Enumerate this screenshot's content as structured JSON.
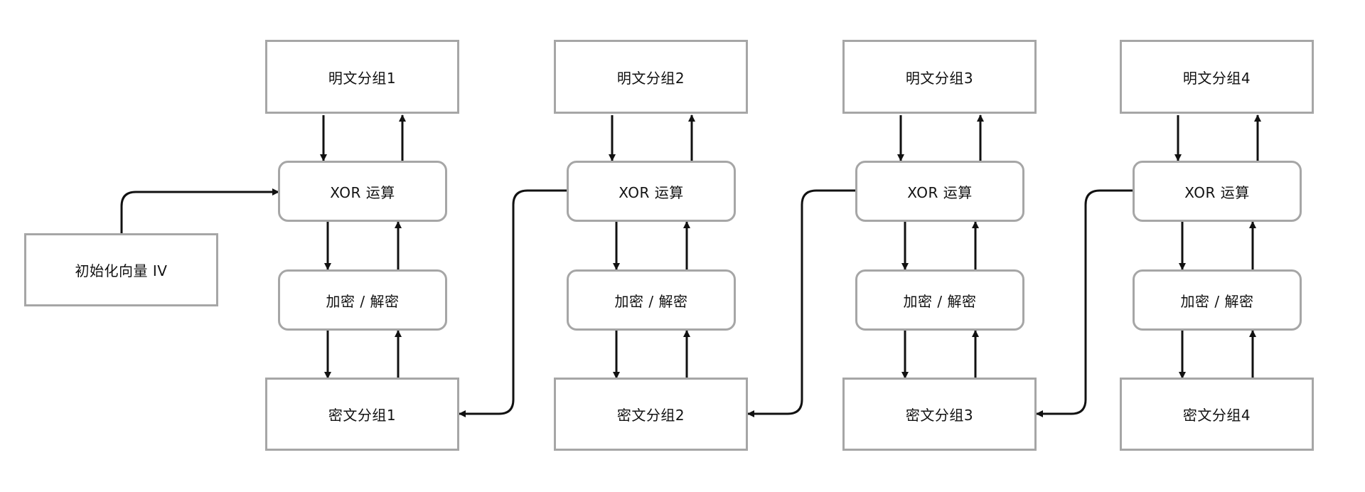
{
  "diagram": {
    "iv": "初始化向量 IV",
    "plaintext": [
      "明文分组1",
      "明文分组2",
      "明文分组3",
      "明文分组4"
    ],
    "xor": [
      "XOR 运算",
      "XOR 运算",
      "XOR 运算",
      "XOR 运算"
    ],
    "crypt": [
      "加密 / 解密",
      "加密 / 解密",
      "加密 / 解密",
      "加密 / 解密"
    ],
    "ciphertext": [
      "密文分组1",
      "密文分组2",
      "密文分组3",
      "密文分组4"
    ]
  },
  "colors": {
    "box_border": "#a6a6a6",
    "arrow": "#111111",
    "background": "#ffffff"
  }
}
